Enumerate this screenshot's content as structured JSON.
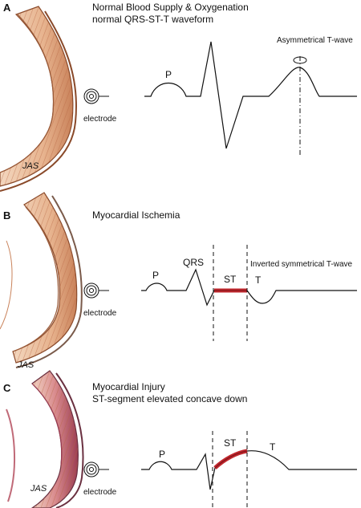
{
  "panels": [
    {
      "letter": "A",
      "title_line1": "Normal Blood Supply & Oxygenation",
      "title_line2": "normal QRS-ST-T waveform",
      "p_label": "P",
      "t_annotation": "Asymmetrical T-wave",
      "electrode_label": "electrode",
      "signature": "JAS"
    },
    {
      "letter": "B",
      "title_line1": "Myocardial Ischemia",
      "p_label": "P",
      "qrs_label": "QRS",
      "st_label": "ST",
      "t_label": "T",
      "t_annotation": "Inverted symmetrical T-wave",
      "electrode_label": "electrode",
      "signature": "JAS"
    },
    {
      "letter": "C",
      "title_line1": "Myocardial Injury",
      "title_line2": "ST-segment elevated concave down",
      "p_label": "P",
      "st_label": "ST",
      "t_label": "T",
      "electrode_label": "electrode",
      "signature": "JAS"
    }
  ],
  "colors": {
    "st_segment": "#c0272d",
    "tissue_outer": "#c9825a",
    "tissue_inner": "#e8b48f",
    "tissue_stripes": "#b5643f",
    "tissue_injury": "#b84a5e"
  }
}
